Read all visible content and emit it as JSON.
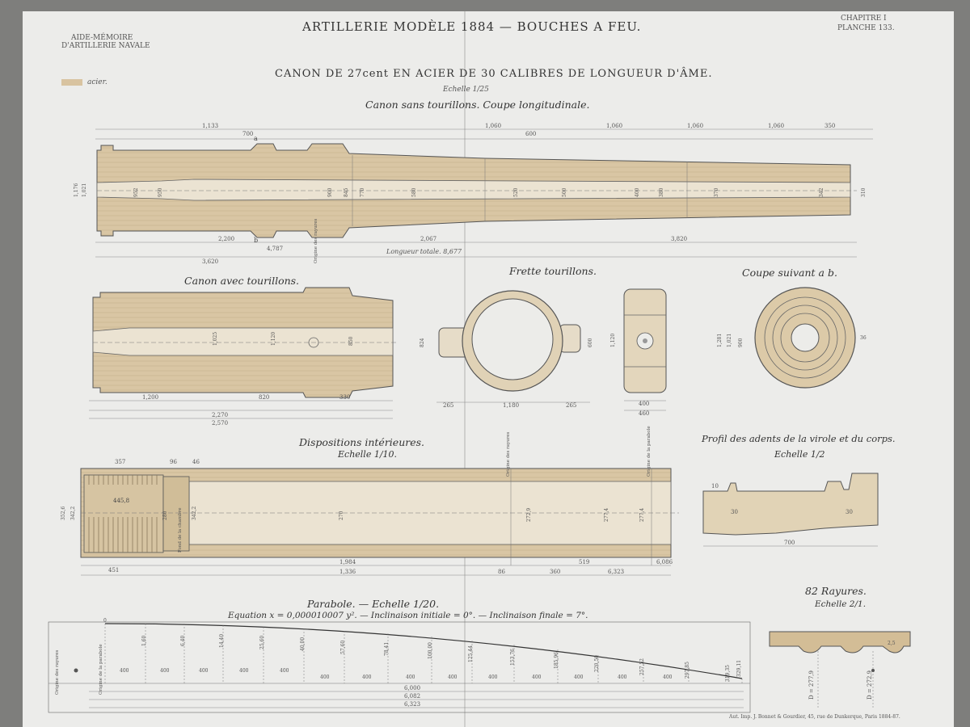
{
  "header": {
    "left_line1": "AIDE-MÉMOIRE",
    "left_line2": "D'ARTILLERIE NAVALE",
    "center": "ARTILLERIE MODÈLE 1884 — BOUCHES A FEU.",
    "right_line1": "CHAPITRE I",
    "right_line2": "PLANCHE 133."
  },
  "legend": {
    "label": "acier.",
    "color": "#d8c3a0"
  },
  "main_title": "CANON DE 27cent EN ACIER DE 30 CALIBRES DE LONGUEUR D'ÂME.",
  "main_scale": "Echelle 1/25",
  "sections": {
    "sans_tourillons": {
      "title": "Canon sans tourillons. Coupe longitudinale.",
      "total_length": "Longueur totale. 8,677",
      "dims_top": [
        "1,133",
        "700",
        "1,060",
        "1,060",
        "1,060",
        "350",
        "600",
        "1,060"
      ],
      "dims_bottom": [
        "2,200",
        "4,787",
        "2,067",
        "3,820",
        "3,620"
      ],
      "vertical_dims": [
        "1,176",
        "1,021",
        "952",
        "950",
        "900",
        "845",
        "770",
        "580",
        "520",
        "500",
        "400",
        "380",
        "370",
        "342",
        "310"
      ],
      "section_marks": [
        "a",
        "b"
      ],
      "note": "Origine des rayures"
    },
    "avec_tourillons": {
      "title": "Canon avec tourillons.",
      "dims": [
        "1,200",
        "820",
        "1,025",
        "1,120",
        "850",
        "330",
        "2,570",
        "2,270"
      ]
    },
    "frette": {
      "title": "Frette tourillons.",
      "dims": [
        "1,180",
        "265",
        "265",
        "400",
        "460",
        "824",
        "1,120",
        "600"
      ]
    },
    "coupe_ab": {
      "title": "Coupe suivant a b.",
      "dims": [
        "1,281",
        "1,021",
        "900",
        "36"
      ]
    },
    "dispositions": {
      "title": "Dispositions intérieures.",
      "scale": "Echelle 1/10.",
      "dims": [
        "357",
        "96",
        "46",
        "1,984",
        "1,336",
        "6,323",
        "6,086",
        "360",
        "519",
        "86",
        "451",
        "272,9",
        "277,4",
        "277,4",
        "270",
        "342,2",
        "280",
        "445,8",
        "352,6",
        "342,2"
      ],
      "notes": [
        "Origine des rayures",
        "Origine de la parabole",
        "Fond de la chambre"
      ]
    },
    "profil": {
      "title": "Profil des adents de la virole et du corps.",
      "scale": "Echelle 1/2",
      "dims": [
        "10",
        "30",
        "30",
        "700"
      ]
    },
    "parabole": {
      "title": "Parabole. — Echelle 1/20.",
      "equation": "Equation x = 0,000010007 y². — Inclinaison initiale = 0°. — Inclinaison finale = 7°.",
      "ordinates": [
        "0",
        "1,60",
        "6,40",
        "14,40",
        "25,60",
        "40,00",
        "57,60",
        "78,41",
        "100,00",
        "125,44",
        "153,76",
        "185,96",
        "220,50",
        "257,52",
        "297,85",
        "319,35",
        "329,11"
      ],
      "spacings": [
        "400",
        "400",
        "400",
        "400",
        "400",
        "400",
        "400",
        "400",
        "400",
        "400",
        "400",
        "400",
        "400",
        "400"
      ],
      "totals": [
        "6,000",
        "6,082",
        "6,323"
      ],
      "notes": [
        "Origine des rayures",
        "Origine de la parabole"
      ]
    },
    "rayures": {
      "title": "82 Rayures.",
      "scale": "Echelle 2/1.",
      "dims": [
        "D = 277,9",
        "D = 272,9",
        "2,5"
      ]
    }
  },
  "imprint": "Aut. Imp. J. Bonnet & Gourdier, 45, rue de Dunkerque, Paris 1884-87."
}
